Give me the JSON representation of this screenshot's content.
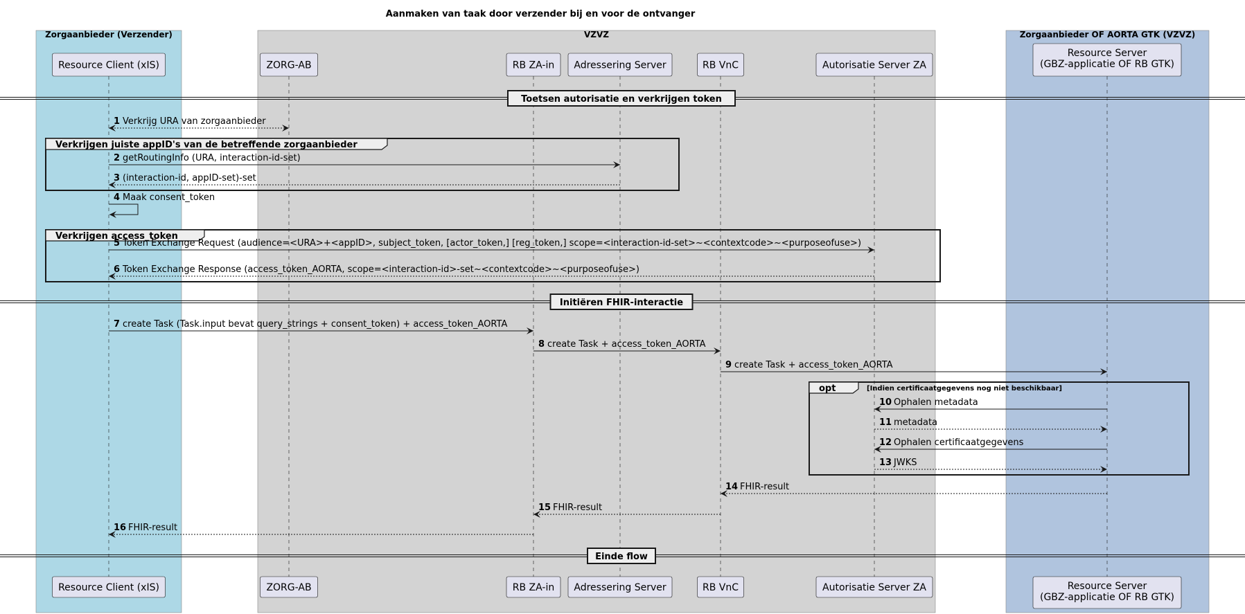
{
  "title": "Aanmaken van taak door verzender bij en voor de ontvanger",
  "colors": {
    "box_sender": "#ADD8E6",
    "box_vzvz": "#D3D3D3",
    "box_receiver": "#B0C4DE",
    "participant_fill": "#E2E2F0",
    "line": "#181818"
  },
  "boxes": [
    {
      "id": "sender",
      "label": "Zorgaanbieder (Verzender)"
    },
    {
      "id": "vzvz",
      "label": "VZVZ"
    },
    {
      "id": "receiver",
      "label": "Zorgaanbieder OF AORTA GTK (VZVZ)"
    }
  ],
  "participants": [
    {
      "id": "rc",
      "lines": [
        "Resource Client (xIS)"
      ]
    },
    {
      "id": "zab",
      "lines": [
        "ZORG-AB"
      ]
    },
    {
      "id": "rbza",
      "lines": [
        "RB ZA-in"
      ]
    },
    {
      "id": "adr",
      "lines": [
        "Adressering Server"
      ]
    },
    {
      "id": "rbvnc",
      "lines": [
        "RB VnC"
      ]
    },
    {
      "id": "auth",
      "lines": [
        "Autorisatie Server ZA"
      ]
    },
    {
      "id": "rs",
      "lines": [
        "Resource Server",
        "(GBZ-applicatie OF RB GTK)"
      ]
    }
  ],
  "dividers": [
    {
      "id": "d1",
      "label": "Toetsen autorisatie en verkrijgen token"
    },
    {
      "id": "d2",
      "label": "Initiëren FHIR-interactie"
    },
    {
      "id": "d3",
      "label": "Einde flow"
    }
  ],
  "groups": [
    {
      "id": "g1",
      "keyword": "",
      "label": "Verkrijgen juiste appID's van de betreffende zorgaanbieder",
      "guard": ""
    },
    {
      "id": "g2",
      "keyword": "",
      "label": "Verkrijgen access_token",
      "guard": ""
    },
    {
      "id": "g3",
      "keyword": "opt",
      "label": "",
      "guard": "[Indien certificaatgegevens nog niet beschikbaar]"
    }
  ],
  "messages": [
    {
      "num": "1",
      "text": "Verkrijg URA van zorgaanbieder",
      "from": "rc",
      "to": "zab",
      "style": "dashed",
      "bidirectional": true
    },
    {
      "num": "2",
      "text": "getRoutingInfo (URA, interaction-id-set)",
      "from": "rc",
      "to": "adr",
      "style": "solid"
    },
    {
      "num": "3",
      "text": "(interaction-id, appID-set)-set",
      "from": "adr",
      "to": "rc",
      "style": "dashed"
    },
    {
      "num": "4",
      "text": "Maak consent_token",
      "from": "rc",
      "to": "rc",
      "style": "solid"
    },
    {
      "num": "5",
      "text": "Token Exchange Request (audience=<URA>+<appID>, subject_token, [actor_token,] [reg_token,] scope=<interaction-id-set>~<contextcode>~<purposeofuse>)",
      "from": "rc",
      "to": "auth",
      "style": "solid"
    },
    {
      "num": "6",
      "text": "Token Exchange Response (access_token_AORTA, scope=<interaction-id>-set~<contextcode>~<purposeofuse>)",
      "from": "auth",
      "to": "rc",
      "style": "dashed"
    },
    {
      "num": "7",
      "text": "create Task (Task.input bevat query_strings + consent_token) + access_token_AORTA",
      "from": "rc",
      "to": "rbza",
      "style": "solid"
    },
    {
      "num": "8",
      "text": "create Task + access_token_AORTA",
      "from": "rbza",
      "to": "rbvnc",
      "style": "solid"
    },
    {
      "num": "9",
      "text": "create Task + access_token_AORTA",
      "from": "rbvnc",
      "to": "rs",
      "style": "solid"
    },
    {
      "num": "10",
      "text": "Ophalen metadata",
      "from": "rs",
      "to": "auth",
      "style": "solid"
    },
    {
      "num": "11",
      "text": "metadata",
      "from": "auth",
      "to": "rs",
      "style": "dashed"
    },
    {
      "num": "12",
      "text": "Ophalen certificaatgegevens",
      "from": "rs",
      "to": "auth",
      "style": "solid"
    },
    {
      "num": "13",
      "text": "JWKS",
      "from": "auth",
      "to": "rs",
      "style": "dashed"
    },
    {
      "num": "14",
      "text": "FHIR-result",
      "from": "rs",
      "to": "rbvnc",
      "style": "dashed"
    },
    {
      "num": "15",
      "text": "FHIR-result",
      "from": "rbvnc",
      "to": "rbza",
      "style": "dashed"
    },
    {
      "num": "16",
      "text": "FHIR-result",
      "from": "rbza",
      "to": "rc",
      "style": "dashed"
    }
  ]
}
